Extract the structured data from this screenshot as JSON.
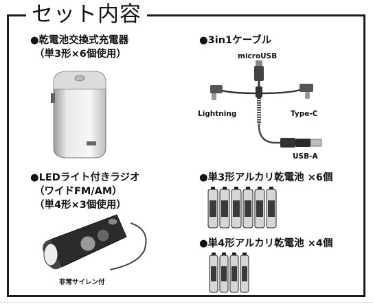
{
  "title": "セット内容",
  "items": {
    "charger": {
      "line1": "●乾電池交換式充電器",
      "line2": "（単3形×6個使用）"
    },
    "cable": {
      "label": "●3in1ケーブル",
      "connectors": {
        "micro_usb": "microUSB",
        "lightning": "Lightning",
        "type_c": "Type-C",
        "usb_a": "USB-A"
      }
    },
    "radio": {
      "line1": "●LEDライト付きラジオ",
      "line2": "（ワイドFM/AM）",
      "line3": "（単4形×3個使用）",
      "caption": "非常サイレン付"
    },
    "aa_battery": {
      "label": "●単3形アルカリ乾電池 ×6個"
    },
    "aaa_battery": {
      "label": "●単4形アルカリ乾電池 ×4個"
    }
  }
}
